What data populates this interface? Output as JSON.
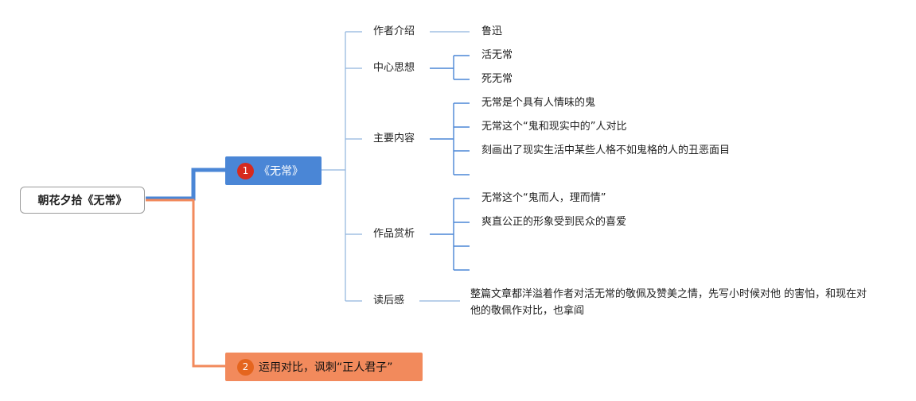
{
  "root": {
    "label": "朝花夕拾《无常》"
  },
  "branches": [
    {
      "marker": "1",
      "label": "《无常》",
      "color": "#4a86d6",
      "marker_color": "#d62a1e",
      "children": [
        {
          "label": "作者介绍",
          "items": [
            "鲁迅"
          ]
        },
        {
          "label": "中心思想",
          "items": [
            "活无常",
            "死无常"
          ]
        },
        {
          "label": "主要内容",
          "items": [
            "无常是个具有人情味的鬼",
            "无常这个“鬼和现实中的”人对比",
            "刻画出了现实生活中某些人格不如鬼格的人的丑恶面目",
            ""
          ]
        },
        {
          "label": "作品赏析",
          "items": [
            "无常这个“鬼而人，理而情”",
            "爽直公正的形象受到民众的喜爱",
            "",
            ""
          ]
        },
        {
          "label": "读后感",
          "items": [
            "整篇文章都洋溢着作者对活无常的敬佩及赞美之情，先写小时候对他 的害怕，和现在对他的敬佩作对比，也拿阎"
          ]
        }
      ]
    },
    {
      "marker": "2",
      "label": "运用对比，讽刺“正人君子”",
      "color": "#f28a5c",
      "marker_color": "#e5651e"
    }
  ]
}
